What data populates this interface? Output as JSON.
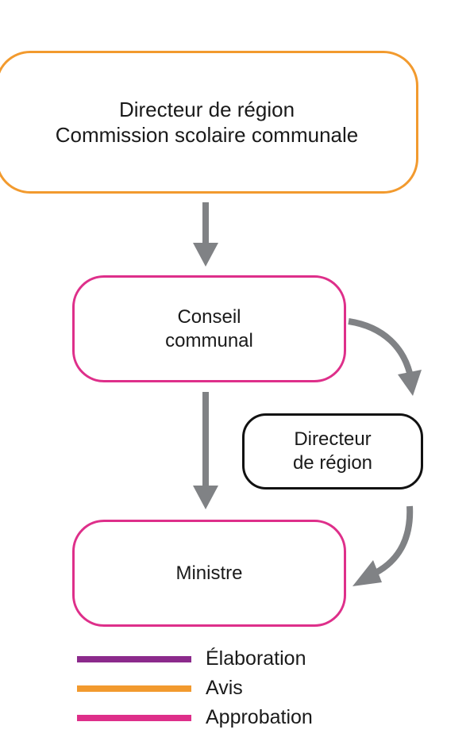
{
  "boxes": {
    "top": {
      "line1": "Directeur de région",
      "line2": "Commission scolaire communale",
      "border_color": "#f29a2e"
    },
    "conseil": {
      "line1": "Conseil",
      "line2": "communal",
      "border_color": "#de2f8a"
    },
    "directeur": {
      "line1": "Directeur",
      "line2": "de région",
      "border_color": "#111111"
    },
    "ministre": {
      "label": "Ministre",
      "border_color": "#de2f8a"
    }
  },
  "arrow_color": "#808285",
  "legend": {
    "items": [
      {
        "label": "Élaboration",
        "color": "#8c2a8c"
      },
      {
        "label": "Avis",
        "color": "#f29a2e"
      },
      {
        "label": "Approbation",
        "color": "#de2f8a"
      }
    ]
  }
}
